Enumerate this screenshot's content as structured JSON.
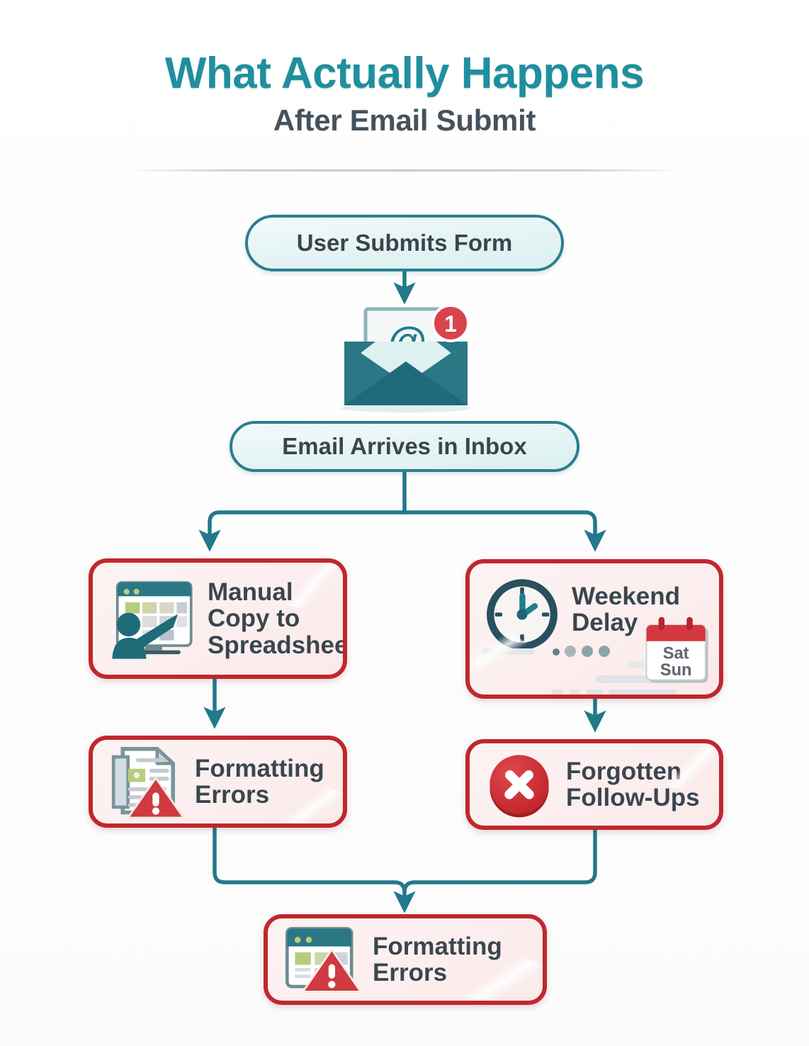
{
  "header": {
    "main_title": "What Actually Happens",
    "sub_title": "After Email Submit",
    "title_color": "#1f8f9e",
    "subtitle_color": "#44525e"
  },
  "theme": {
    "background": "#ffffff",
    "teal": "#2a7f8e",
    "teal_dark": "#1f6b78",
    "red": "#c0272d",
    "red_fill": "#fbeaea",
    "teal_fill": "#e4f3f4",
    "text": "#3b454e",
    "badge_red": "#d9434b",
    "green_cell": "#b7cc7e"
  },
  "flow": {
    "step_submit": {
      "label": "User Submits Form",
      "kind": "pill",
      "icon": "none"
    },
    "illustration_envelope": {
      "icon": "envelope-at-icon",
      "badge_count": "1",
      "at_symbol": "@"
    },
    "step_inbox": {
      "label": "Email Arrives in Inbox",
      "kind": "pill",
      "icon": "none"
    },
    "branch_left": {
      "label_line1": "Manual",
      "label_line2": "Copy to",
      "label_line3": "Spreadsheet",
      "label": "Manual Copy to Spreadsheet",
      "kind": "card",
      "icon": "spreadsheet-person-icon"
    },
    "branch_right": {
      "label_line1": "Weekend",
      "label_line2": "Delay",
      "label": "Weekend Delay",
      "kind": "card",
      "icon": "clock-icon",
      "calendar": {
        "icon": "calendar-icon",
        "day1": "Sat",
        "day2": "Sun"
      }
    },
    "outcome_left": {
      "label_line1": "Formatting",
      "label_line2": "Errors",
      "label": "Formatting Errors",
      "kind": "card",
      "icon": "document-warning-icon"
    },
    "outcome_right": {
      "label_line1": "Forgotten",
      "label_line2": "Follow-Ups",
      "label": "Forgotten Follow-Ups",
      "kind": "card",
      "icon": "error-circle-x-icon"
    },
    "final": {
      "label_line1": "Formatting",
      "label_line2": "Errors",
      "label": "Formatting Errors",
      "kind": "card",
      "icon": "spreadsheet-warning-icon"
    }
  },
  "chart_data": {
    "type": "diagram",
    "title": "What Actually Happens After Email Submit",
    "subtitle": "After Email Submit",
    "orientation": "top-down flowchart",
    "nodes": [
      {
        "id": "submit",
        "label": "User Submits Form",
        "style": "teal-pill",
        "row": 1
      },
      {
        "id": "envelope",
        "label": "",
        "style": "illustration",
        "row": 2,
        "badge": "1"
      },
      {
        "id": "inbox",
        "label": "Email Arrives in Inbox",
        "style": "teal-pill",
        "row": 3
      },
      {
        "id": "manual",
        "label": "Manual Copy to Spreadsheet",
        "style": "red-card",
        "row": 4,
        "column": "left"
      },
      {
        "id": "weekend",
        "label": "Weekend Delay",
        "style": "red-card",
        "row": 4,
        "column": "right"
      },
      {
        "id": "format1",
        "label": "Formatting Errors",
        "style": "red-card",
        "row": 5,
        "column": "left"
      },
      {
        "id": "forgot",
        "label": "Forgotten Follow-Ups",
        "style": "red-card",
        "row": 5,
        "column": "right"
      },
      {
        "id": "format2",
        "label": "Formatting Errors",
        "style": "red-card",
        "row": 6,
        "column": "center"
      }
    ],
    "edges": [
      {
        "from": "submit",
        "to": "envelope",
        "type": "arrow"
      },
      {
        "from": "envelope",
        "to": "inbox",
        "type": "implicit"
      },
      {
        "from": "inbox",
        "to": "manual",
        "type": "branch-arrow"
      },
      {
        "from": "inbox",
        "to": "weekend",
        "type": "branch-arrow"
      },
      {
        "from": "manual",
        "to": "format1",
        "type": "arrow"
      },
      {
        "from": "weekend",
        "to": "forgot",
        "type": "arrow"
      },
      {
        "from": "format1",
        "to": "format2",
        "type": "merge-arrow"
      },
      {
        "from": "forgot",
        "to": "format2",
        "type": "merge-arrow"
      }
    ]
  }
}
